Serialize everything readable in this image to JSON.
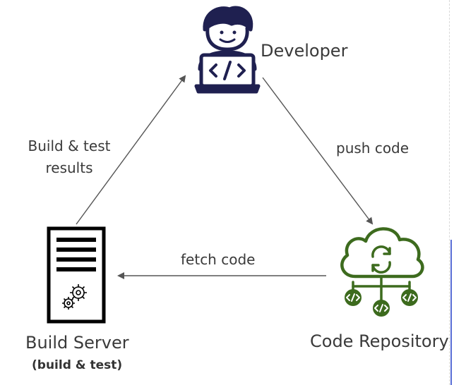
{
  "nodes": {
    "developer": {
      "label": "Developer",
      "icon": "developer-laptop-icon",
      "color": "#1f2050"
    },
    "code_repository": {
      "label": "Code Repository",
      "icon": "cloud-sync-code-icon",
      "color": "#3d6b1e"
    },
    "build_server": {
      "label": "Build Server",
      "sublabel": "(build & test)",
      "icon": "server-gears-icon",
      "color": "#000000"
    }
  },
  "edges": {
    "push": {
      "label": "push code",
      "from": "developer",
      "to": "code_repository"
    },
    "fetch": {
      "label": "fetch code",
      "from": "code_repository",
      "to": "build_server"
    },
    "results": {
      "label_line1": "Build & test",
      "label_line2": "results",
      "from": "build_server",
      "to": "developer"
    }
  },
  "colors": {
    "arrow": "#555555",
    "text": "#3a3a3a"
  }
}
